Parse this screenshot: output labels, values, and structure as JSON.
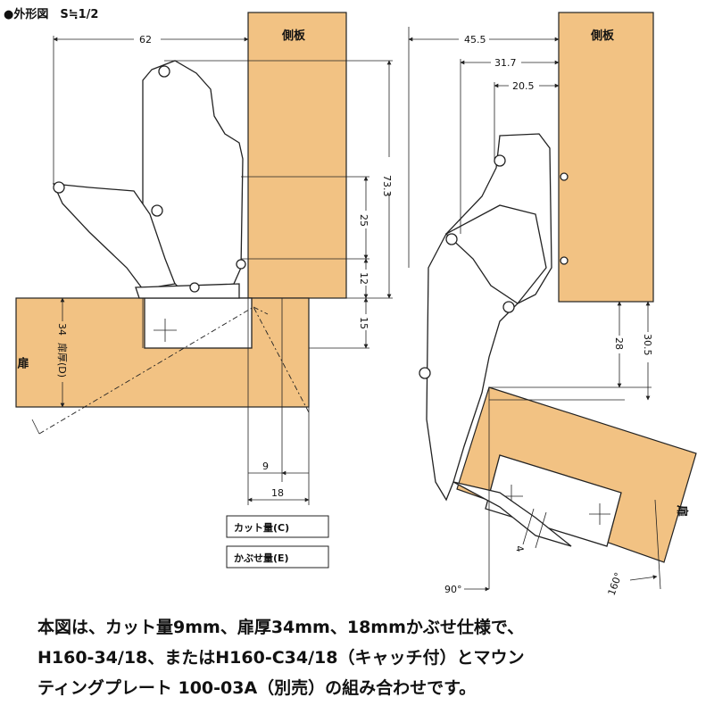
{
  "header": "●外形図　S≒1/2",
  "left_view": {
    "dim_width": "62",
    "dim_height_total": "73.3",
    "dim_25": "25",
    "dim_12": "12",
    "dim_15": "15",
    "dim_34": "34",
    "side_panel_label": "側板",
    "door_label": "扉",
    "door_thickness_label": "扉厚(D)",
    "dim_9": "9",
    "dim_18": "18",
    "cut_amount_label": "カット量(C)",
    "overlay_label": "かぶせ量(E)"
  },
  "right_view": {
    "dim_45_5": "45.5",
    "dim_31_7": "31.7",
    "dim_20_5": "20.5",
    "side_panel_label": "側板",
    "dim_28": "28",
    "dim_30_5": "30.5",
    "door_label": "扉",
    "dim_4": "4",
    "angle_90": "90°",
    "angle_160": "160°"
  },
  "caption": {
    "line1": "本図は、カット量9mm、扉厚34mm、18mmかぶせ仕様で、",
    "line2": "H160-34/18、またはH160-C34/18（キャッチ付）とマウン",
    "line3": "ティングプレート 100-03A（別売）の組み合わせです。"
  }
}
